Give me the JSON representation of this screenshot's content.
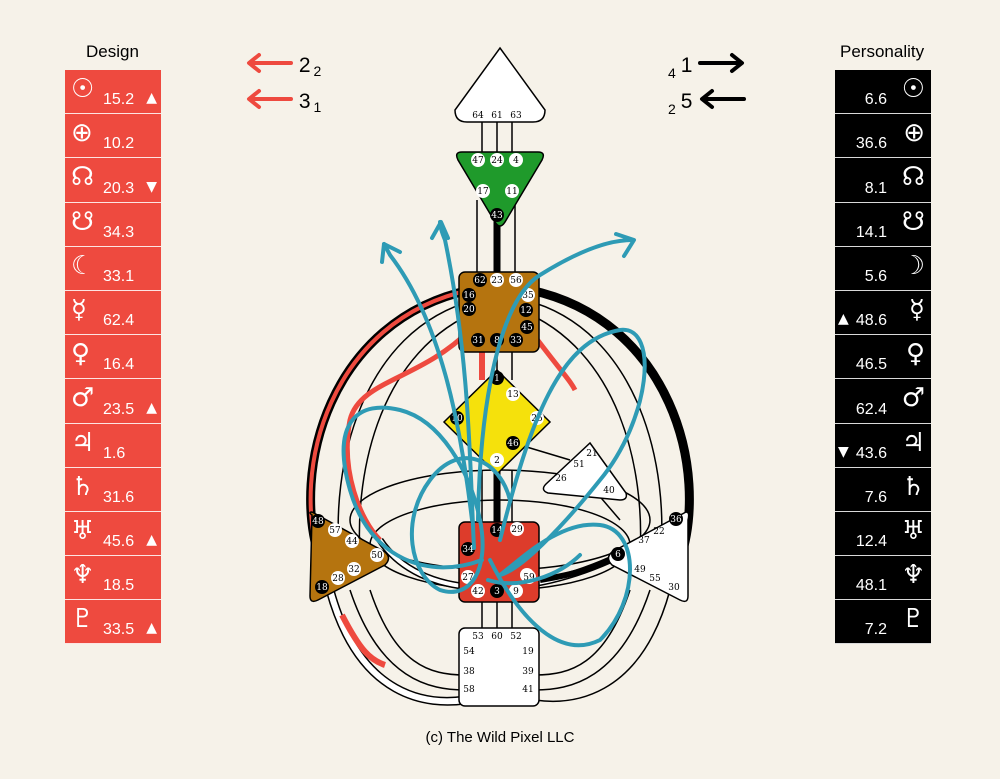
{
  "design": {
    "title": "Design",
    "color": "#ee4a3f",
    "rows": [
      {
        "planet": "sun-icon",
        "symbol": "☉",
        "value": "15.2",
        "mark": "▲"
      },
      {
        "planet": "earth-icon",
        "symbol": "⊕",
        "value": "10.2",
        "mark": ""
      },
      {
        "planet": "north-node-icon",
        "symbol": "☊",
        "value": "20.3",
        "mark": "▼"
      },
      {
        "planet": "south-node-icon",
        "symbol": "☋",
        "value": "34.3",
        "mark": ""
      },
      {
        "planet": "moon-icon",
        "symbol": "☾",
        "value": "33.1",
        "mark": ""
      },
      {
        "planet": "mercury-icon",
        "symbol": "☿",
        "value": "62.4",
        "mark": ""
      },
      {
        "planet": "venus-icon",
        "symbol": "♀",
        "value": "16.4",
        "mark": ""
      },
      {
        "planet": "mars-icon",
        "symbol": "♂",
        "value": "23.5",
        "mark": "▲"
      },
      {
        "planet": "jupiter-icon",
        "symbol": "♃",
        "value": "1.6",
        "mark": ""
      },
      {
        "planet": "saturn-icon",
        "symbol": "♄",
        "value": "31.6",
        "mark": ""
      },
      {
        "planet": "uranus-icon",
        "symbol": "♅",
        "value": "45.6",
        "mark": "▲"
      },
      {
        "planet": "neptune-icon",
        "symbol": "♆",
        "value": "18.5",
        "mark": ""
      },
      {
        "planet": "pluto-icon",
        "symbol": "♇",
        "value": "33.5",
        "mark": "▲"
      }
    ],
    "arrows": [
      {
        "value": "2",
        "sub": "2"
      },
      {
        "value": "3",
        "sub": "1"
      }
    ]
  },
  "personality": {
    "title": "Personality",
    "color": "#000000",
    "rows": [
      {
        "planet": "sun-icon",
        "symbol": "☉",
        "value": "6.6",
        "mark": ""
      },
      {
        "planet": "earth-icon",
        "symbol": "⊕",
        "value": "36.6",
        "mark": ""
      },
      {
        "planet": "north-node-icon",
        "symbol": "☊",
        "value": "8.1",
        "mark": ""
      },
      {
        "planet": "south-node-icon",
        "symbol": "☋",
        "value": "14.1",
        "mark": ""
      },
      {
        "planet": "moon-icon",
        "symbol": "☽",
        "value": "5.6",
        "mark": ""
      },
      {
        "planet": "mercury-icon",
        "symbol": "☿",
        "value": "48.6",
        "mark": "▲"
      },
      {
        "planet": "venus-icon",
        "symbol": "♀",
        "value": "46.5",
        "mark": ""
      },
      {
        "planet": "mars-icon",
        "symbol": "♂",
        "value": "62.4",
        "mark": ""
      },
      {
        "planet": "jupiter-icon",
        "symbol": "♃",
        "value": "43.6",
        "mark": "▼"
      },
      {
        "planet": "saturn-icon",
        "symbol": "♄",
        "value": "7.6",
        "mark": ""
      },
      {
        "planet": "uranus-icon",
        "symbol": "♅",
        "value": "12.4",
        "mark": ""
      },
      {
        "planet": "neptune-icon",
        "symbol": "♆",
        "value": "48.1",
        "mark": ""
      },
      {
        "planet": "pluto-icon",
        "symbol": "♇",
        "value": "7.2",
        "mark": ""
      }
    ],
    "arrows": [
      {
        "value": "1",
        "pre": "4"
      },
      {
        "value": "5",
        "pre": "2"
      }
    ]
  },
  "centers": {
    "head": {
      "gates": [
        "64",
        "61",
        "63"
      ],
      "color": "#ffffff"
    },
    "ajna": {
      "gates": [
        "47",
        "24",
        "4",
        "17",
        "11",
        "43"
      ],
      "color": "#1f9a2b"
    },
    "throat": {
      "gates": [
        "62",
        "23",
        "56",
        "16",
        "35",
        "20",
        "12",
        "45",
        "31",
        "8",
        "33"
      ],
      "color": "#b5740f"
    },
    "g": {
      "gates": [
        "1",
        "13",
        "10",
        "25",
        "46",
        "2"
      ],
      "color": "#f5e10c"
    },
    "heart": {
      "gates": [
        "21",
        "51",
        "26",
        "40"
      ],
      "color": "#ffffff"
    },
    "spleen": {
      "gates": [
        "48",
        "57",
        "44",
        "50",
        "32",
        "28",
        "18"
      ],
      "color": "#b5740f"
    },
    "sacral": {
      "gates": [
        "34",
        "14",
        "29",
        "5",
        "27",
        "42",
        "3",
        "9",
        "59"
      ],
      "color": "#dd3c2b"
    },
    "solar_plexus": {
      "gates": [
        "36",
        "22",
        "37",
        "6",
        "49",
        "55",
        "30"
      ],
      "color": "#ffffff"
    },
    "root": {
      "gates": [
        "53",
        "60",
        "52",
        "54",
        "19",
        "38",
        "39",
        "58",
        "41"
      ],
      "color": "#ffffff"
    }
  },
  "copyright": "(c) The Wild Pixel LLC",
  "colors": {
    "design": "#ee4a3f",
    "personality": "#000000",
    "scribble": "#2e9bb5",
    "background": "#f6f2e9"
  }
}
